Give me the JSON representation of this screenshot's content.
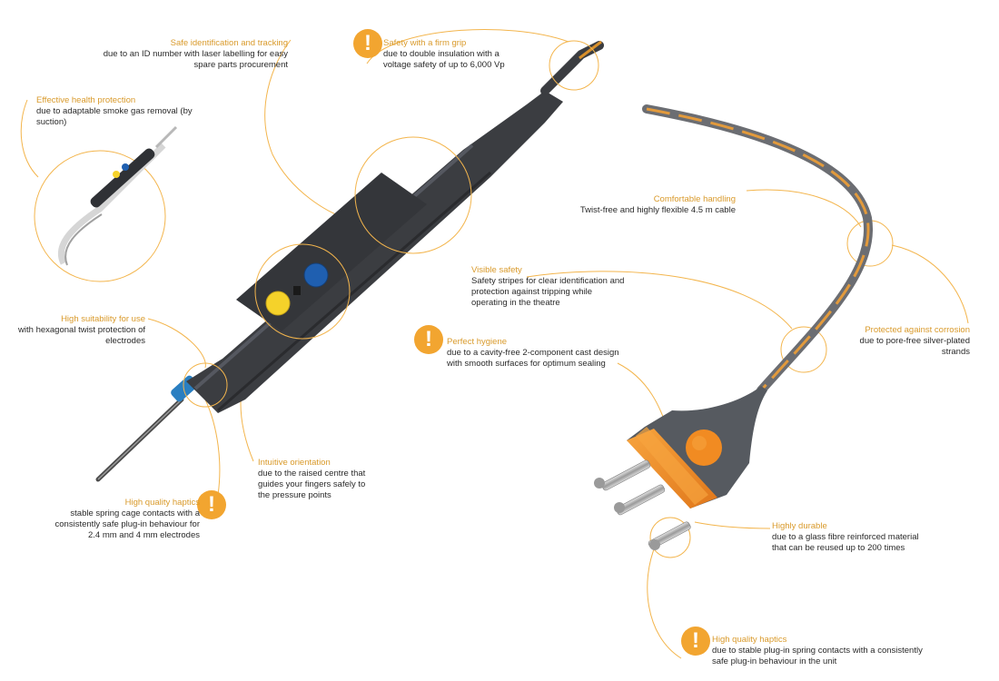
{
  "colors": {
    "accent": "#d99a2b",
    "warning": "#f2a530",
    "plug_orange": "#f08a24",
    "handle_dark": "#3b3d41",
    "button_yellow": "#f5d22a",
    "button_blue": "#1f5fb0"
  },
  "warning_glyph": "!",
  "features": [
    {
      "id": "safe-id",
      "title": "Safe identification and tracking",
      "desc": "due to an ID number with laser labelling for easy spare parts procurement"
    },
    {
      "id": "firm-grip",
      "title": "Safety with a firm grip",
      "desc": "due to double insulation with a voltage safety of up to 6,000 Vp"
    },
    {
      "id": "health",
      "title": "Effective health protection",
      "desc": "due to adaptable smoke gas removal (by suction)"
    },
    {
      "id": "handling",
      "title": "Comfortable handling",
      "desc": "Twist-free and highly flexible 4.5 m cable"
    },
    {
      "id": "visible",
      "title": "Visible safety",
      "desc": "Safety stripes for clear identification and protection against tripping while operating in the theatre"
    },
    {
      "id": "suitability",
      "title": "High suitability for use",
      "desc": "with hexagonal twist protection of electrodes"
    },
    {
      "id": "hygiene",
      "title": "Perfect hygiene",
      "desc": "due to a cavity-free 2-component cast design with smooth surfaces for optimum sealing"
    },
    {
      "id": "corrosion",
      "title": "Protected against corrosion",
      "desc": "due to pore-free silver-plated strands"
    },
    {
      "id": "orientation",
      "title": "Intuitive orientation",
      "desc": "due to the raised centre that guides your fingers safely to the pressure points"
    },
    {
      "id": "haptics-1",
      "title": "High quality haptics",
      "desc": "stable spring cage contacts with a consistently safe plug-in behaviour for 2.4 mm and 4 mm electrodes"
    },
    {
      "id": "durable",
      "title": "Highly durable",
      "desc": "due to a glass fibre reinforced material that can be reused up to 200 times"
    },
    {
      "id": "haptics-2",
      "title": "High quality haptics",
      "desc": "due to stable plug-in spring contacts with a consistently safe plug-in behaviour in the unit"
    }
  ]
}
